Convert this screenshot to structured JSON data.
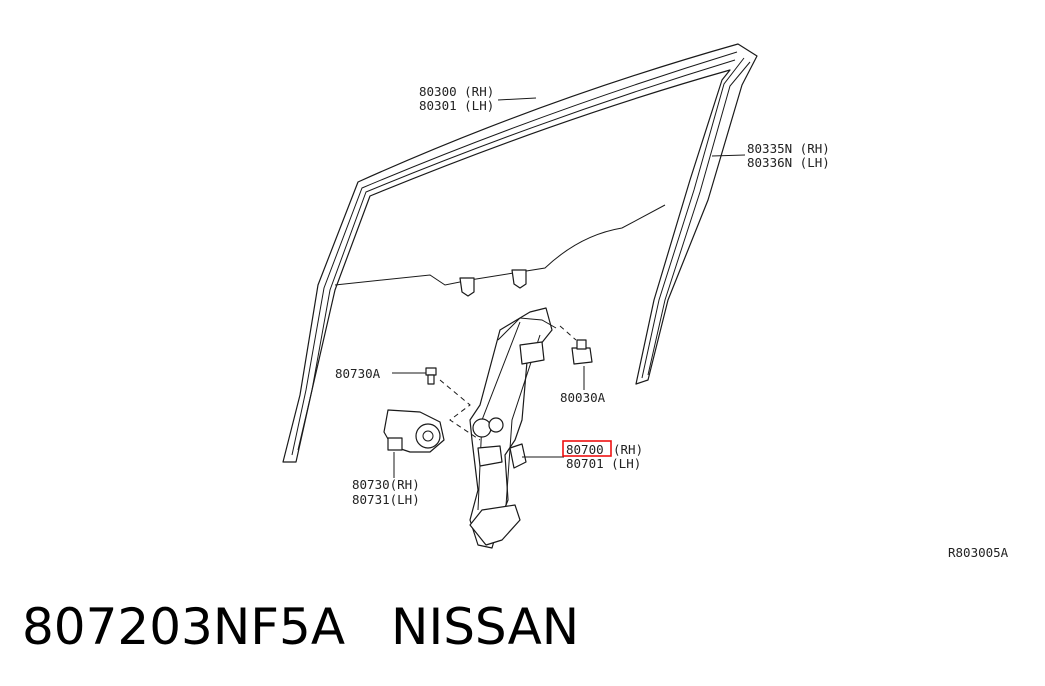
{
  "labels": {
    "sash_rh": "80300 (RH)",
    "sash_lh": "80301 (LH)",
    "channel_rh": "80335N (RH)",
    "channel_lh": "80336N (LH)",
    "bolt_a": "80730A",
    "nut_a": "80030A",
    "reg_rh_num": "80700",
    "reg_rh_side": "(RH)",
    "reg_lh": "80701 (LH)",
    "motor_rh": "80730(RH)",
    "motor_lh": "80731(LH)",
    "ref_code": "R803005A"
  },
  "caption": {
    "part_number": "807203NF5A",
    "brand": "NISSAN"
  },
  "colors": {
    "highlight": "#e11111",
    "line": "#1a1a1a"
  }
}
